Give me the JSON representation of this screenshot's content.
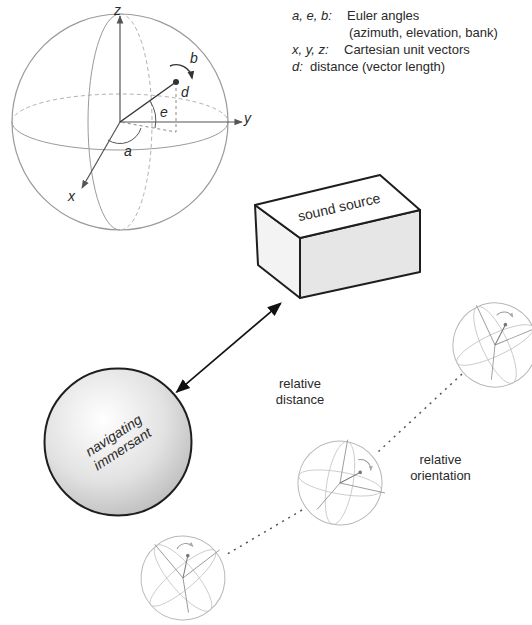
{
  "diagram": {
    "nodes": [
      {
        "text": [
          "sound source"
        ]
      },
      {
        "text": [
          "navigating immersant"
        ]
      }
    ],
    "edges": [
      {
        "from": 0,
        "to": 1,
        "arrow": "both",
        "label": "relative distance"
      }
    ],
    "labels": [
      "a, e, b:",
      "Euler angles",
      "(azimuth, elevation, bank)",
      "x, y, z:",
      "Cartesian unit vectors",
      "d:",
      "distance (vector length)",
      "z",
      "y",
      "x",
      "a",
      "e",
      "b",
      "d",
      "relative orientation"
    ]
  }
}
